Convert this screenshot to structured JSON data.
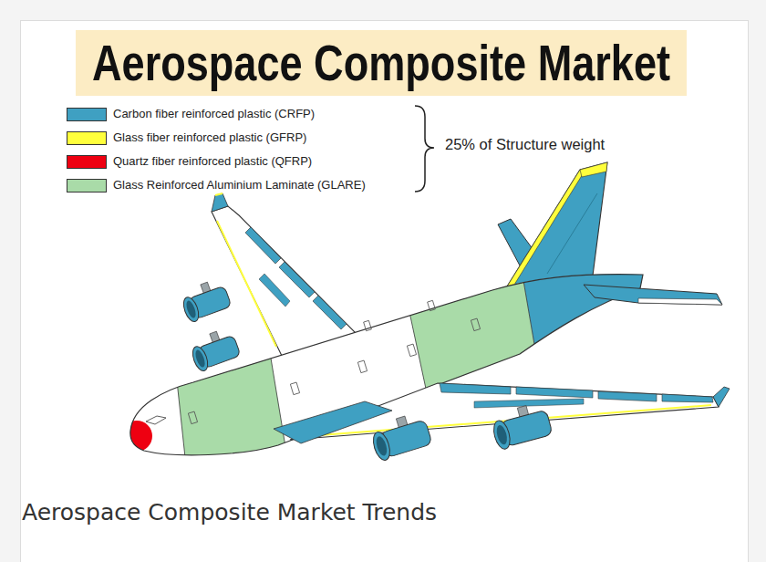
{
  "diagram": {
    "title": "Aerospace Composite Market",
    "caption": "Aerospace Composite Market Trends",
    "labels": [
      "25% of Structure weight"
    ],
    "legend": [
      {
        "text": "Carbon fiber reinforced plastic (CRFP)",
        "color": "#3fa0c2"
      },
      {
        "text": "Glass fiber reinforced plastic (GFRP)",
        "color": "#ffff3c"
      },
      {
        "text": "Quartz fiber reinforced plastic (QFRP)",
        "color": "#ee0011"
      },
      {
        "text": "Glass Reinforced Aluminium Laminate (GLARE)",
        "color": "#a9dba8"
      }
    ]
  }
}
